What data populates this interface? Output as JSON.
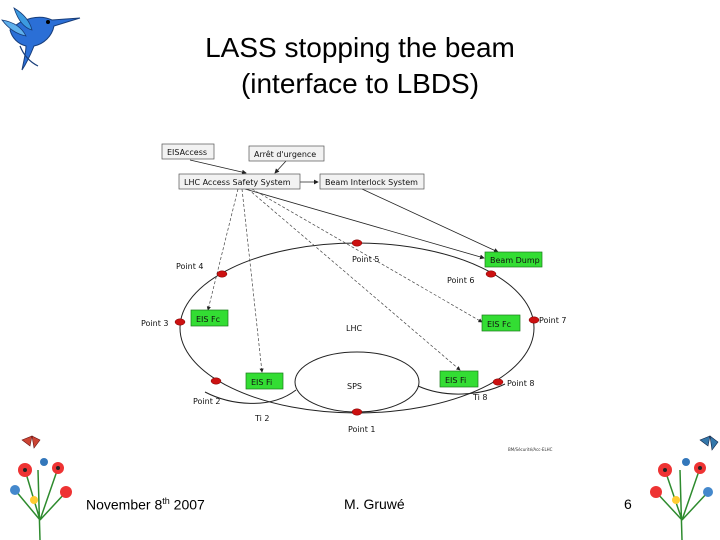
{
  "title": {
    "line1": "LASS stopping the beam",
    "line2": "(interface to LBDS)"
  },
  "diagram": {
    "boxes": {
      "eis_access": "EISAccess",
      "arret_urgence": "Arrêt d'urgence",
      "lhc_access_safety": "LHC Access Safety System",
      "beam_interlock": "Beam Interlock System",
      "beam_dump": "Beam Dump",
      "eis_fc_p3": "EIS Fc",
      "eis_fc_p7": "EIS Fc",
      "eis_fi_left": "EIS Fi",
      "eis_fi_right": "EIS Fi"
    },
    "points": {
      "p1": "Point 1",
      "p2": "Point 2",
      "p3": "Point 3",
      "p4": "Point 4",
      "p5": "Point 5",
      "p6": "Point 6",
      "p7": "Point 7",
      "p8": "Point 8"
    },
    "rings": {
      "lhc": "LHC",
      "sps": "SPS"
    },
    "lines": {
      "ti2": "Ti 2",
      "ti8": "Ti 8"
    },
    "file_note": "BM/Sécurité/Acc-ELHC",
    "colors": {
      "green": "#33dd33",
      "red": "#cc1111",
      "grey_box": "#f2f2f2"
    }
  },
  "decor": {
    "top_left": "hummingbird-logo",
    "bottom_left": "flower-bouquet",
    "bottom_right": "flower-bouquet"
  },
  "footer": {
    "date_prefix": "November 8",
    "date_sup": "th",
    "date_suffix": " 2007",
    "author": "M. Gruwé",
    "page": "6"
  }
}
